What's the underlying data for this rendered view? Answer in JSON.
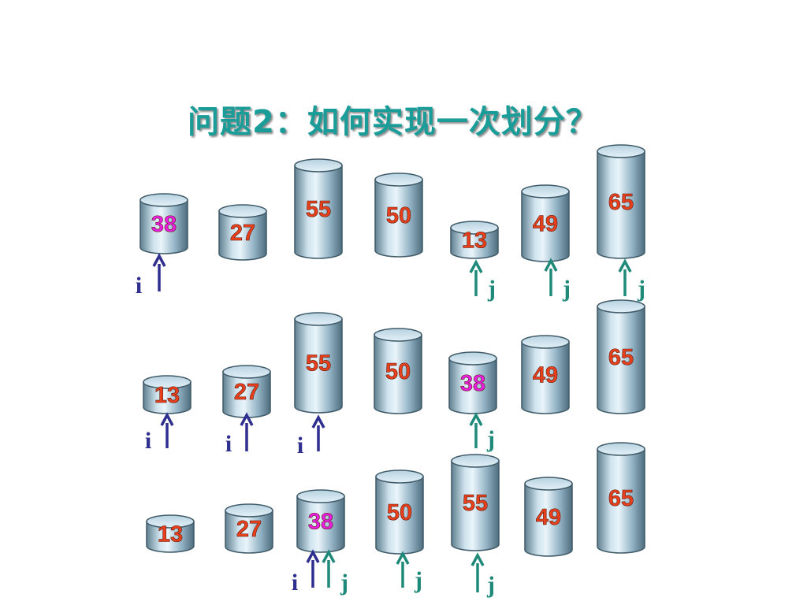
{
  "title": "问题2：如何实现一次划分？",
  "colors": {
    "title": "#1a9c98",
    "number": "#e8401c",
    "pivot": "#e81ee0",
    "i_pointer": "#2f2f8f",
    "j_pointer": "#1f8a7a"
  },
  "rows": [
    {
      "cylinders": [
        {
          "value": "38",
          "pivot": true
        },
        {
          "value": "27"
        },
        {
          "value": "55"
        },
        {
          "value": "50"
        },
        {
          "value": "13"
        },
        {
          "value": "49"
        },
        {
          "value": "65"
        }
      ],
      "pointers": [
        {
          "label": "i",
          "kind": "i"
        },
        {
          "label": "j",
          "kind": "j"
        },
        {
          "label": "j",
          "kind": "j"
        },
        {
          "label": "j",
          "kind": "j"
        }
      ]
    },
    {
      "cylinders": [
        {
          "value": "13"
        },
        {
          "value": "27"
        },
        {
          "value": "55"
        },
        {
          "value": "50"
        },
        {
          "value": "38",
          "pivot": true
        },
        {
          "value": "49"
        },
        {
          "value": "65"
        }
      ],
      "pointers": [
        {
          "label": "i",
          "kind": "i"
        },
        {
          "label": "i",
          "kind": "i"
        },
        {
          "label": "i",
          "kind": "i"
        },
        {
          "label": "j",
          "kind": "j"
        }
      ]
    },
    {
      "cylinders": [
        {
          "value": "13"
        },
        {
          "value": "27"
        },
        {
          "value": "38",
          "pivot": true
        },
        {
          "value": "50"
        },
        {
          "value": "55"
        },
        {
          "value": "49"
        },
        {
          "value": "65"
        }
      ],
      "pointers": [
        {
          "label": "i",
          "kind": "i"
        },
        {
          "label": "j",
          "kind": "j"
        },
        {
          "label": "j",
          "kind": "j"
        },
        {
          "label": "j",
          "kind": "j"
        }
      ]
    }
  ]
}
